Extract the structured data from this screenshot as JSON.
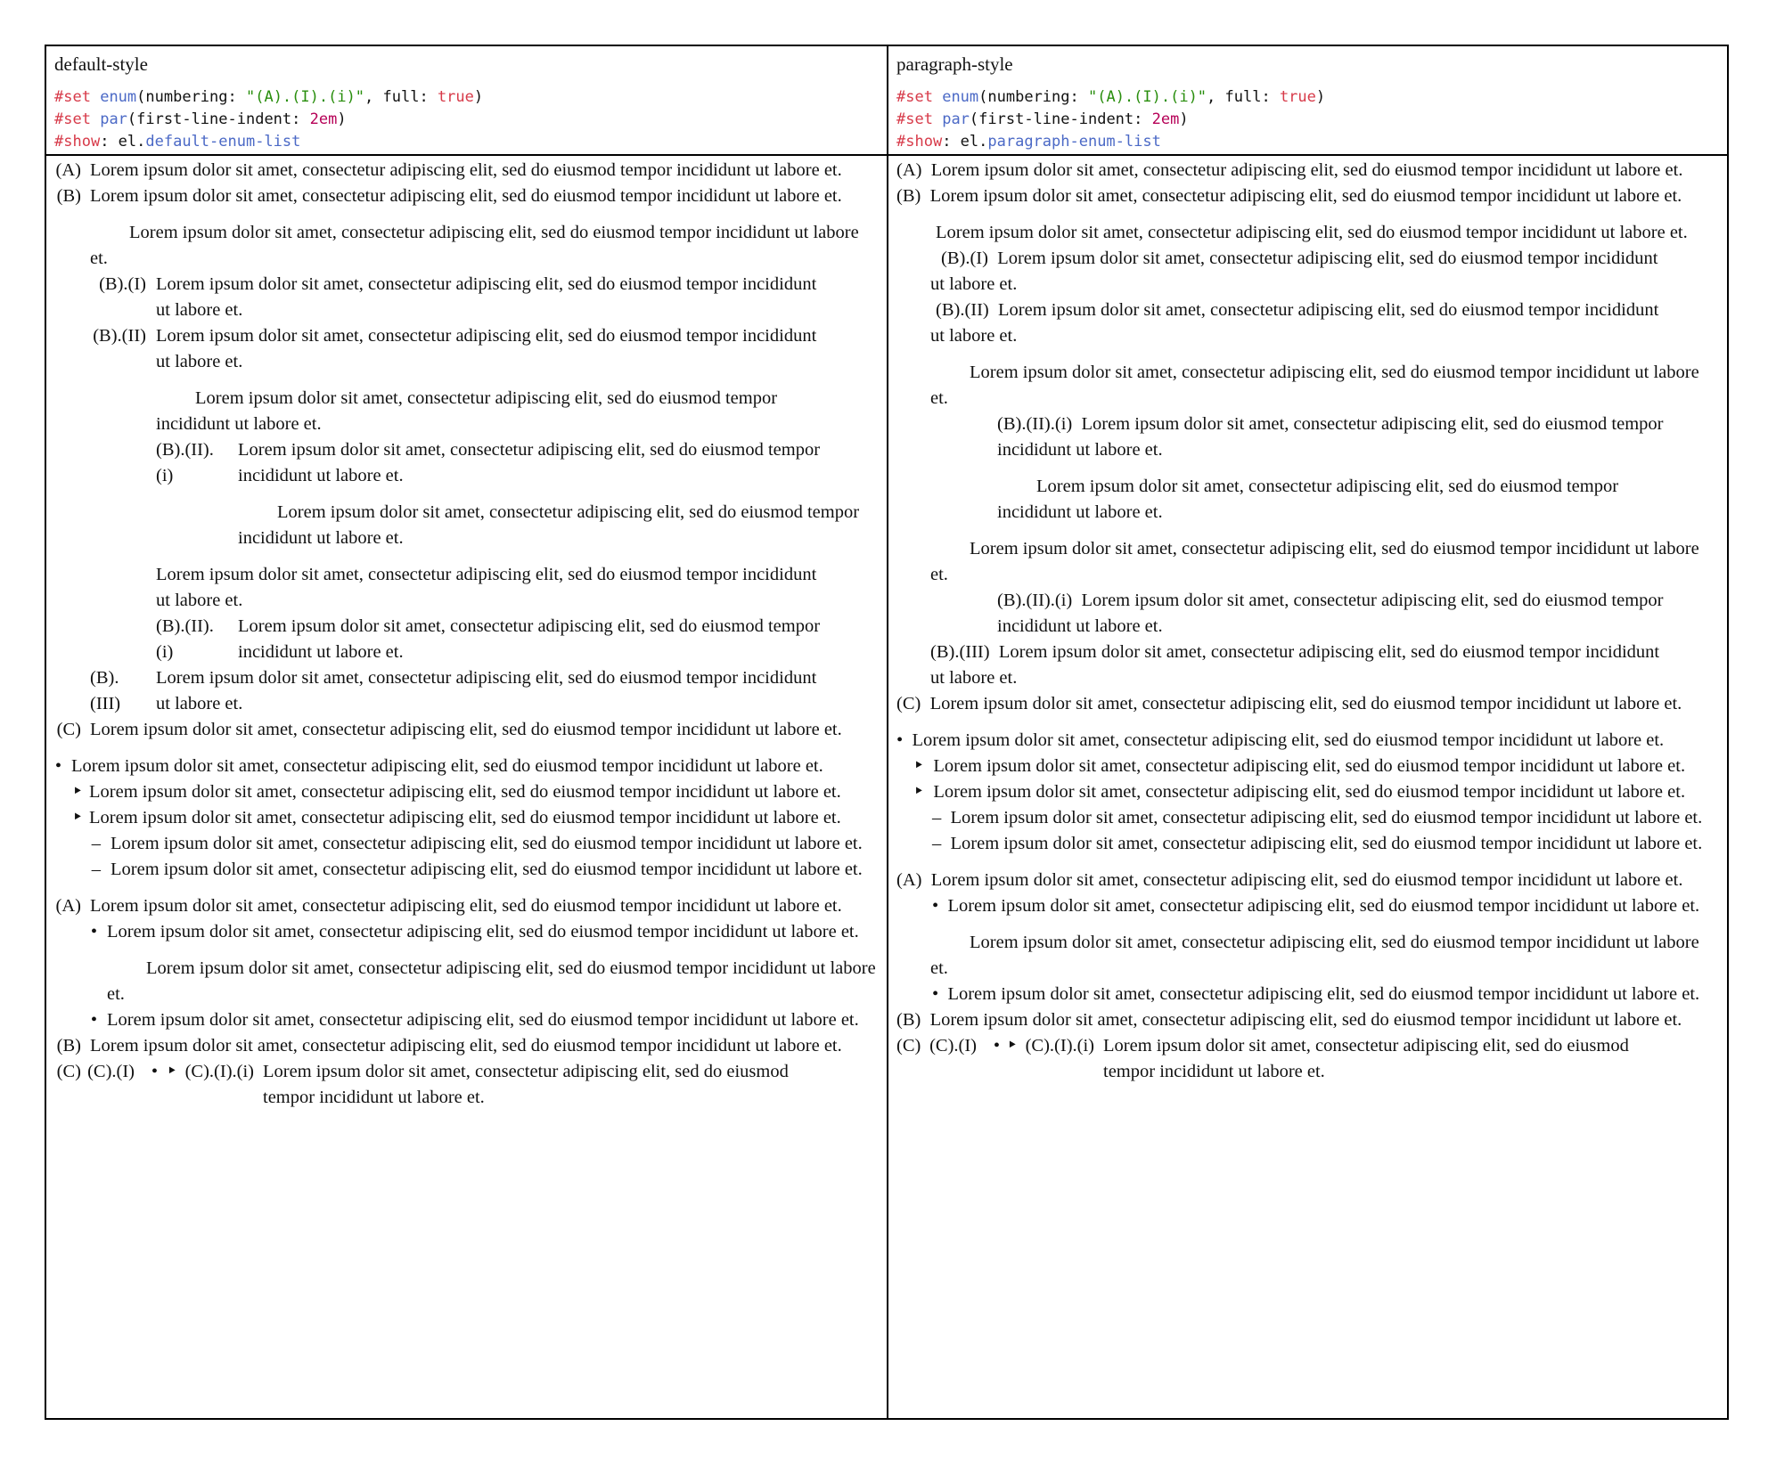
{
  "lorem": "Lorem ipsum dolor sit amet, consectetur adipiscing elit, sed do eiusmod tempor incididunt ut labore et.",
  "columns": [
    {
      "title": "default-style",
      "code": {
        "line1": {
          "kw": "#set",
          "fn": "enum",
          "a": "(numbering: ",
          "str": "\"(A).(I).(i)\"",
          "b": ", full: ",
          "val": "true",
          "c": ")"
        },
        "line2": {
          "kw": "#set",
          "fn": "par",
          "a": "(first-line-indent: ",
          "val": "2em",
          "c": ")"
        },
        "line3": {
          "kw": "#show",
          "a": ": el.",
          "fn": "default-enum-list"
        }
      }
    },
    {
      "title": "paragraph-style",
      "code": {
        "line1": {
          "kw": "#set",
          "fn": "enum",
          "a": "(numbering: ",
          "str": "\"(A).(I).(i)\"",
          "b": ", full: ",
          "val": "true",
          "c": ")"
        },
        "line2": {
          "kw": "#set",
          "fn": "par",
          "a": "(first-line-indent: ",
          "val": "2em",
          "c": ")"
        },
        "line3": {
          "kw": "#show",
          "a": ": el.",
          "fn": "paragraph-enum-list"
        }
      }
    }
  ],
  "markers": {
    "A": "(A)",
    "B": "(B)",
    "C": "(C)",
    "BI": "(B).(I)",
    "BII": "(B).(II)",
    "BIII": "(B).(III)",
    "BIIi": "(B).(II).(i)",
    "CI": "(C).(I)",
    "CIi": "(C).(I).(i)",
    "bullet": "•",
    "tri": "‣",
    "dash": "–"
  }
}
